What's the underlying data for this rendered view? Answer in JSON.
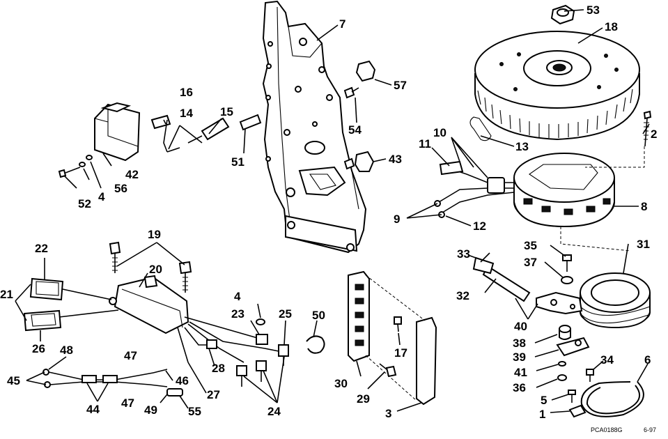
{
  "callouts": {
    "c1": "1",
    "c2": "2",
    "c3": "3",
    "c4a": "4",
    "c4b": "4",
    "c5": "5",
    "c6": "6",
    "c7": "7",
    "c8": "8",
    "c9": "9",
    "c10": "10",
    "c11": "11",
    "c12": "12",
    "c13": "13",
    "c14": "14",
    "c15": "15",
    "c16": "16",
    "c17": "17",
    "c18": "18",
    "c19": "19",
    "c20": "20",
    "c21": "21",
    "c22": "22",
    "c23": "23",
    "c24": "24",
    "c25": "25",
    "c26": "26",
    "c27": "27",
    "c28": "28",
    "c29": "29",
    "c30": "30",
    "c31": "31",
    "c32": "32",
    "c33": "33",
    "c34": "34",
    "c35": "35",
    "c36": "36",
    "c37": "37",
    "c38": "38",
    "c39": "39",
    "c40": "40",
    "c41": "41",
    "c42": "42",
    "c43": "43",
    "c44": "44",
    "c45": "45",
    "c46": "46",
    "c47a": "47",
    "c47b": "47",
    "c48": "48",
    "c49": "49",
    "c50": "50",
    "c51": "51",
    "c52": "52",
    "c53": "53",
    "c54": "54",
    "c55": "55",
    "c56": "56",
    "c57": "57"
  },
  "footer": {
    "code": "PCA0188G",
    "date": "6-97"
  }
}
